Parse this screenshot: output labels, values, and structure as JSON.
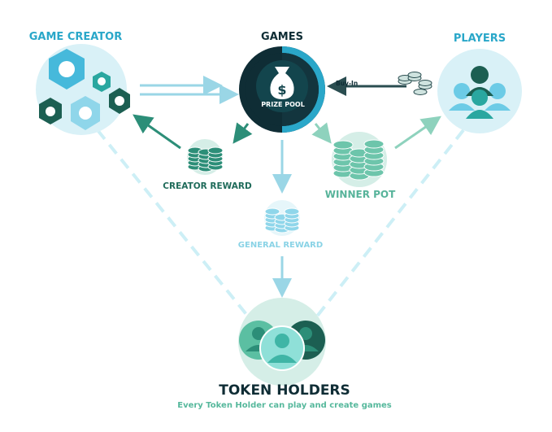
{
  "nodes": {
    "game_creator": "GAME CREATOR",
    "games": "GAMES",
    "players": "PLAYERS",
    "prize_pool": "PRIZE POOL",
    "buy_in": "Buy-In",
    "creator_reward": "CREATOR REWARD",
    "winner_pot": "WINNER POT",
    "general_reward": "GENERAL REWARD",
    "token_holders": "TOKEN HOLDERS",
    "token_holders_sub": "Every Token Holder can play and create games"
  },
  "colors": {
    "dark": "#0f2d35",
    "cyan": "#2aa7c9",
    "light_cyan": "#d9f1f7",
    "teal": "#2c8e78",
    "green": "#57b39a",
    "pale_green": "#cfeee6",
    "arrow": "#8fd3e2"
  },
  "icons": {
    "games": "money-bag-icon",
    "creator": "hexagon-nuts-icon",
    "players": "user-group-icon",
    "token_holders": "user-group-icon",
    "rewards": "coin-stack-icon"
  }
}
